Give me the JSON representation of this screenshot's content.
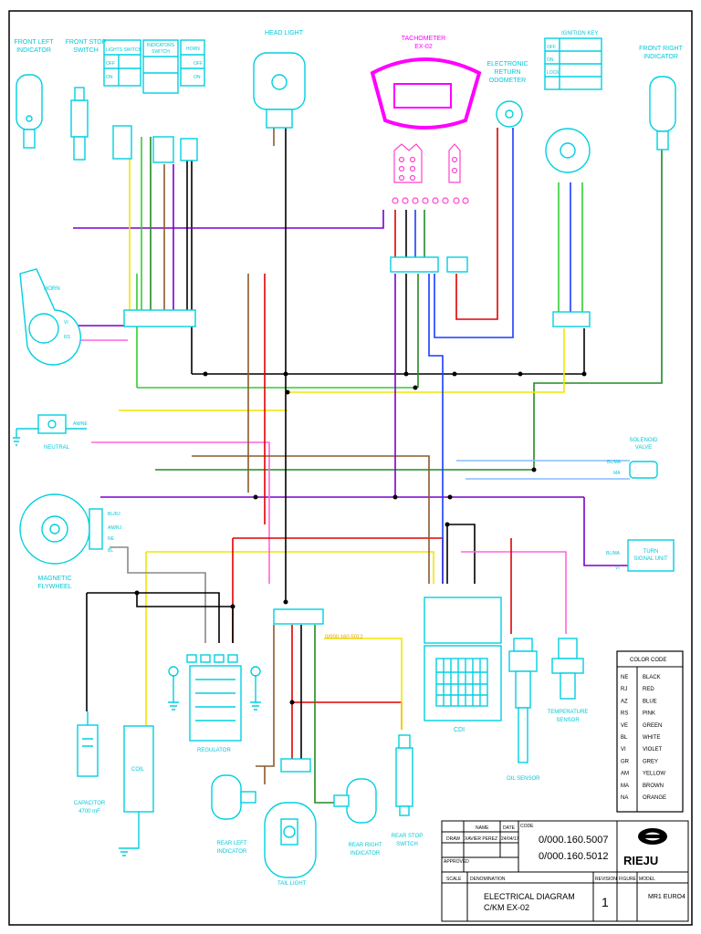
{
  "components": {
    "front_left_indicator": "FRONT LEFT\nINDICATOR",
    "front_stop_switch": "FRONT STOP\nSWITCH",
    "lights_switch": "LIGHTS SWITCH",
    "indicators_switch": "INDICATORS\nSWITCH",
    "horn_switch": "HORN",
    "head_light": "HEAD LIGHT",
    "tachometer": "TACHOMETER\nEX-02",
    "electronic_odometer": "ELECTRONIC\nRETURN\nODOMETER",
    "ignition_key": "IGNITION KEY",
    "front_right_indicator": "FRONT RIGHT\nINDICATOR",
    "horn": "HORN",
    "neutral": "NEUTRAL",
    "solenoid_valve": "SOLENOID\nVALVE",
    "turn_signal_unit": "TURN\nSIGNAL UNIT",
    "magnetic_flywheel": "MAGNETIC\nFLYWHEEL",
    "regulator": "REGULATOR",
    "cdi": "CDI",
    "oil_sensor": "OIL SENSOR",
    "temperature_sensor": "TEMPERATURE\nSENSOR",
    "capacitor": "CAPACITOR\n4700 mF",
    "coil": "COIL",
    "rear_left_indicator": "REAR LEFT\nINDICATOR",
    "tail_light": "TAIL LIGHT",
    "rear_right_indicator": "REAR RIGHT\nINDICATOR",
    "rear_stop_switch": "REAR STOP\nSWITCH",
    "connector_ref": "0/000.160.5012"
  },
  "switch_positions": {
    "lights": [
      "OFF",
      "ON"
    ],
    "horn": [
      "OFF",
      "ON"
    ],
    "ignition": [
      "OFF",
      "ON",
      "LOCK"
    ]
  },
  "wire_labels": {
    "neutral": "AM/NE",
    "solenoid": [
      "BL/MA",
      "MA"
    ],
    "turn_signal": [
      "BL/MA",
      "VI"
    ],
    "flywheel": [
      "BL/RJ",
      "AM/RJ",
      "NE",
      "BL"
    ],
    "horn": [
      "VI",
      "RS"
    ]
  },
  "color_code": {
    "title": "COLOR CODE",
    "entries": [
      {
        "code": "NE",
        "name": "BLACK"
      },
      {
        "code": "RJ",
        "name": "RED"
      },
      {
        "code": "AZ",
        "name": "BLUE"
      },
      {
        "code": "RS",
        "name": "PINK"
      },
      {
        "code": "VE",
        "name": "GREEN"
      },
      {
        "code": "BL",
        "name": "WHITE"
      },
      {
        "code": "VI",
        "name": "VIOLET"
      },
      {
        "code": "GR",
        "name": "GREY"
      },
      {
        "code": "AM",
        "name": "YELLOW"
      },
      {
        "code": "MA",
        "name": "BROWN"
      },
      {
        "code": "NA",
        "name": "ORANGE"
      }
    ]
  },
  "title_block": {
    "name_label": "NAME",
    "date_label": "DATE",
    "code_label": "CODE",
    "draw_label": "DRAW",
    "drawer": "XAVIER PEREZ",
    "date": "24/04/17",
    "approved_label": "APPROVED",
    "code_1": "0/000.160.5007",
    "code_2": "0/000.160.5012",
    "scale_label": "SCALE",
    "denomination_label": "DENOMINATION",
    "revision_label": "REVISION",
    "figure_label": "FIGURE",
    "model_label": "MODEL",
    "denomination_1": "ELECTRICAL DIAGRAM",
    "denomination_2": "C/KM EX-02",
    "revision": "1",
    "model": "MR1 EURO4",
    "brand": "RIEJU"
  },
  "colors": {
    "black": "#000000",
    "red": "#e00000",
    "blue": "#1a3cff",
    "pink": "#ff66dd",
    "green": "#33cc33",
    "dark_green": "#228b22",
    "white_wire": "#b8b8b8",
    "violet": "#7a00cc",
    "grey": "#888888",
    "yellow": "#f2e600",
    "brown": "#8b5a2b",
    "orange": "#ff8c00",
    "cyan": "#00d0e0",
    "magenta": "#ff00ff"
  }
}
